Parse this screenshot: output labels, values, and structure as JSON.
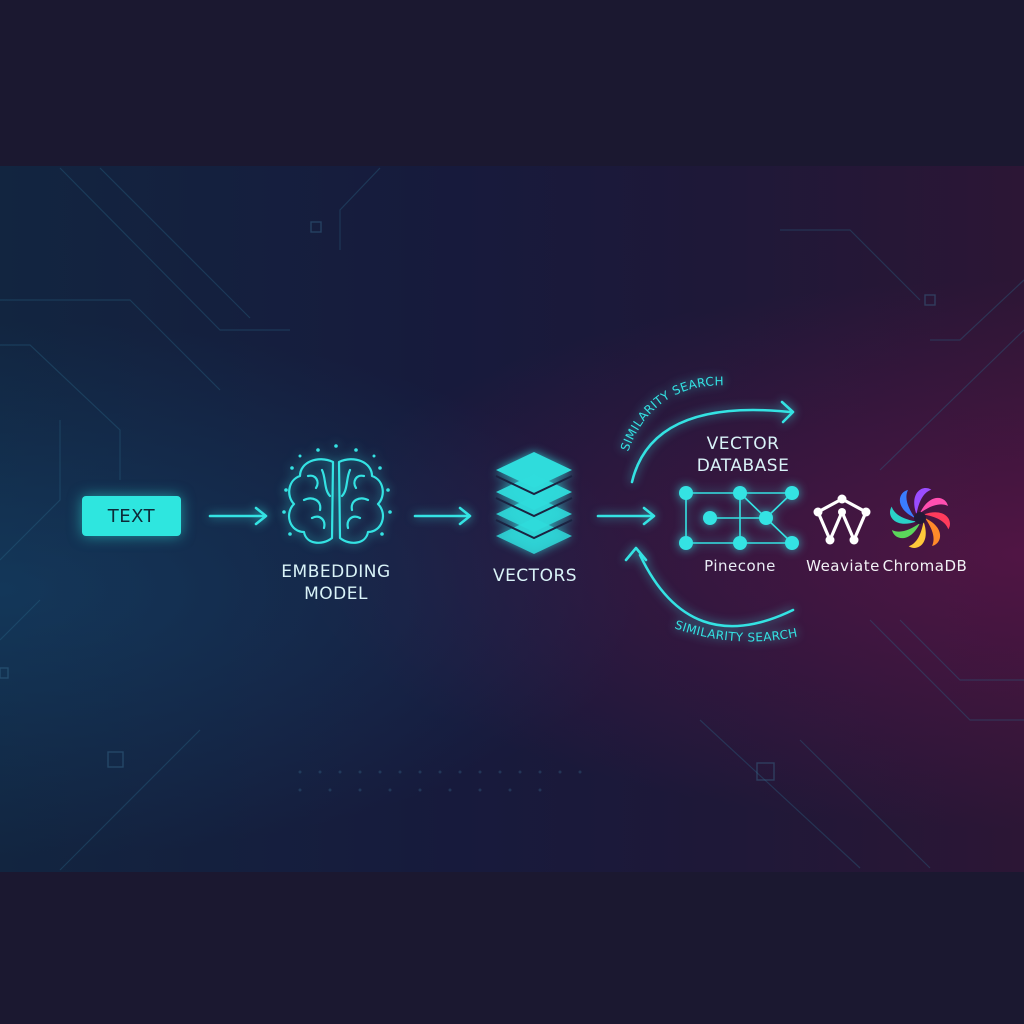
{
  "nodes": {
    "text": "TEXT",
    "embedding_line1": "EMBEDDING",
    "embedding_line2": "MODEL",
    "vectors": "VECTORS",
    "db_line1": "VECTOR",
    "db_line2": "DATABASE"
  },
  "arcs": {
    "top": "SIMILARITY SEARCH",
    "bottom": "SIMILARITY SEARCH"
  },
  "providers": {
    "pinecone": "Pinecone",
    "weaviate": "Weaviate",
    "chromadb": "ChromaDB"
  },
  "colors": {
    "accent": "#2ee6df",
    "background": "#1b1830"
  },
  "icons": [
    "brain-icon",
    "layers-icon",
    "network-graph-icon",
    "weaviate-logo-icon",
    "chromadb-logo-icon"
  ]
}
